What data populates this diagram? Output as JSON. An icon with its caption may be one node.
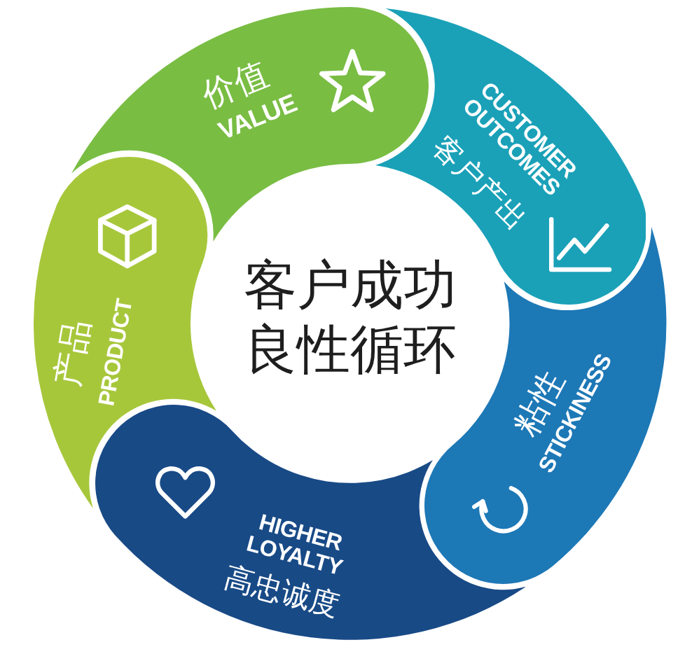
{
  "diagram": {
    "nodes": [
      {
        "text": [
          "客户成功良性循环"
        ]
      },
      {
        "text": [
          "价值",
          "VALUE"
        ]
      },
      {
        "text": [
          "CUSTOMER OUTCOMES",
          "客户产出"
        ]
      },
      {
        "text": [
          "粘性",
          "STICKINESS"
        ]
      },
      {
        "text": [
          "HIGHER LOYALTY",
          "高忠诚度"
        ]
      },
      {
        "text": [
          "产品",
          "PRODUCT"
        ]
      }
    ]
  }
}
